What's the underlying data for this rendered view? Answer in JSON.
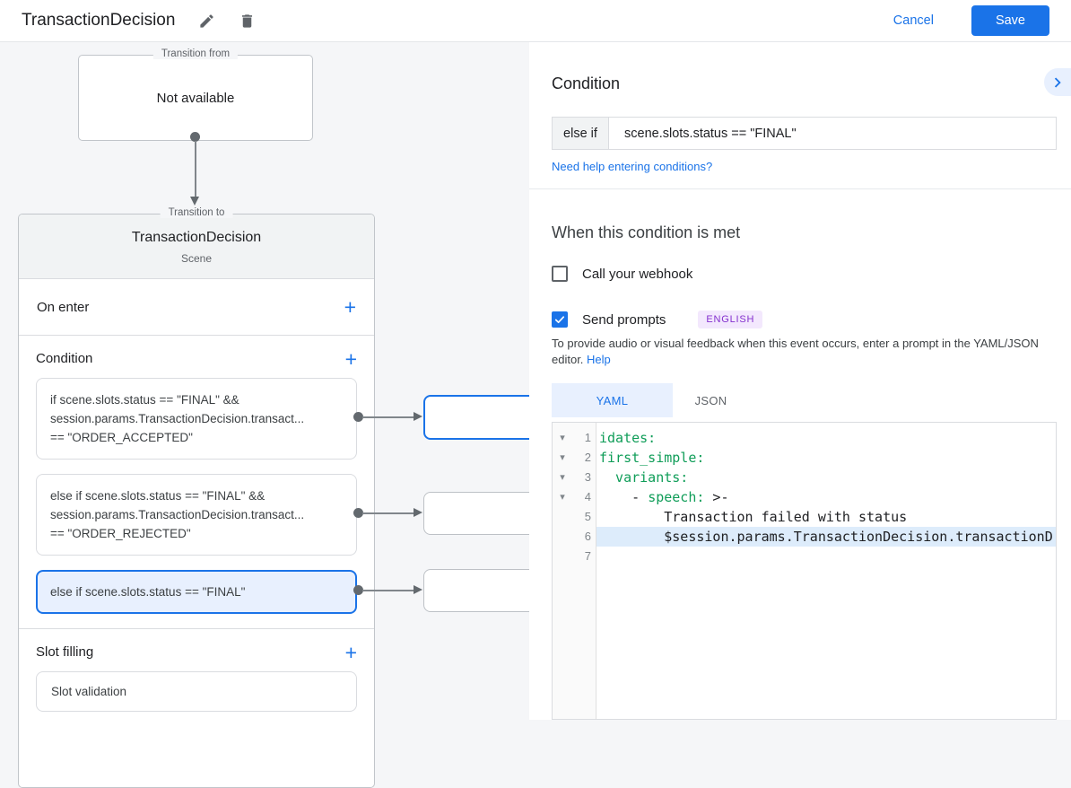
{
  "colors": {
    "accent_blue": "#1a73e8",
    "selected_bg": "#e8f0fe",
    "yaml_key_green": "#0f9d58",
    "badge_bg": "#f3e8fd",
    "badge_text": "#8430ce",
    "connector_gray": "#63696e"
  },
  "header": {
    "title": "TransactionDecision",
    "edit_icon": "pencil-icon",
    "delete_icon": "trash-icon",
    "cancel": "Cancel",
    "save": "Save"
  },
  "diagram": {
    "from": {
      "legend": "Transition from",
      "value": "Not available"
    },
    "to": {
      "legend": "Transition to",
      "title": "TransactionDecision",
      "subtitle": "Scene"
    },
    "on_enter": {
      "label": "On enter",
      "add": "+"
    },
    "condition": {
      "label": "Condition",
      "add": "+",
      "cards": [
        {
          "selected": false,
          "lines": [
            "if scene.slots.status == \"FINAL\" &&",
            "session.params.TransactionDecision.transact...",
            "== \"ORDER_ACCEPTED\""
          ]
        },
        {
          "selected": false,
          "lines": [
            "else if scene.slots.status == \"FINAL\" &&",
            "session.params.TransactionDecision.transact...",
            "== \"ORDER_REJECTED\""
          ]
        },
        {
          "selected": true,
          "lines": [
            "else if scene.slots.status == \"FINAL\""
          ]
        }
      ]
    },
    "slot_filling": {
      "label": "Slot filling",
      "add": "+",
      "card": "Slot validation"
    }
  },
  "panel": {
    "heading": "Condition",
    "collapse_icon": "chevron-right-icon",
    "condition_input": {
      "prefix": "else if",
      "value": "scene.slots.status == \"FINAL\""
    },
    "help_link": "Need help entering conditions?",
    "when_met": {
      "heading": "When this condition is met",
      "webhook": {
        "label": "Call your webhook",
        "checked": false
      },
      "prompts": {
        "label": "Send prompts",
        "checked": true,
        "badge": "ENGLISH"
      },
      "description": "To provide audio or visual feedback when this event occurs, enter a prompt in the YAML/JSON editor.",
      "help": "Help"
    },
    "editor": {
      "tabs": [
        {
          "label": "YAML",
          "active": true
        },
        {
          "label": "JSON",
          "active": false
        }
      ],
      "fold_glyph": "▾",
      "lines": [
        {
          "num": 1,
          "fold": true,
          "highlight": false,
          "parts": [
            [
              "idates:",
              "key"
            ]
          ]
        },
        {
          "num": 2,
          "fold": true,
          "highlight": false,
          "parts": [
            [
              "first_simple:",
              "key"
            ]
          ]
        },
        {
          "num": 3,
          "fold": true,
          "highlight": false,
          "parts": [
            [
              "  variants:",
              "key"
            ]
          ]
        },
        {
          "num": 4,
          "fold": true,
          "highlight": false,
          "parts": [
            [
              "    - ",
              "plain"
            ],
            [
              "speech:",
              "key"
            ],
            [
              " >-",
              "plain"
            ]
          ]
        },
        {
          "num": 5,
          "fold": false,
          "highlight": false,
          "parts": [
            [
              "        Transaction failed with status",
              "plain"
            ]
          ]
        },
        {
          "num": 6,
          "fold": false,
          "highlight": true,
          "parts": [
            [
              "        $session.params.TransactionDecision.transactionD",
              "plain"
            ]
          ]
        },
        {
          "num": 7,
          "fold": false,
          "highlight": false,
          "parts": []
        }
      ]
    }
  }
}
